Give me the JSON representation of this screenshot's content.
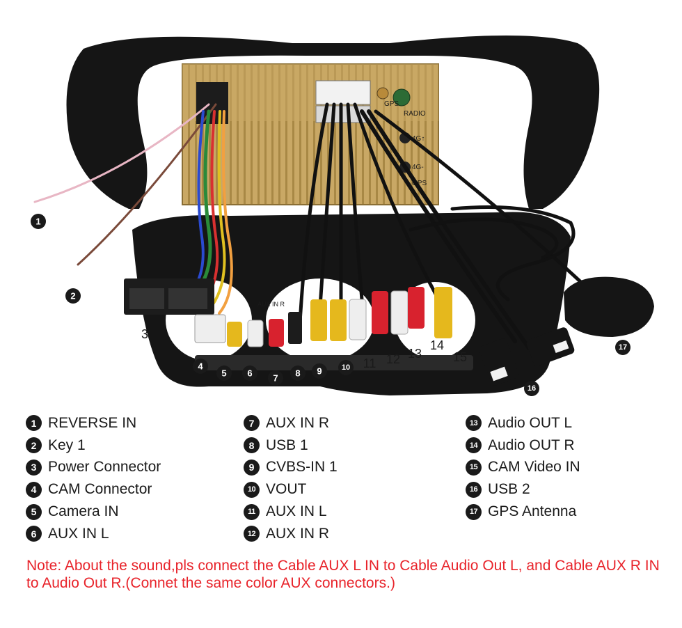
{
  "unit": {
    "port_labels": [
      "GPS",
      "RADIO",
      "4G↑",
      "4G-",
      "GPS"
    ],
    "aux_label": "AUX IN R"
  },
  "legend": {
    "col1": [
      {
        "n": "1",
        "label": "REVERSE IN"
      },
      {
        "n": "2",
        "label": "Key 1"
      },
      {
        "n": "3",
        "label": "Power Connector"
      },
      {
        "n": "4",
        "label": "CAM Connector"
      },
      {
        "n": "5",
        "label": "Camera IN"
      },
      {
        "n": "6",
        "label": "AUX IN L"
      }
    ],
    "col2": [
      {
        "n": "7",
        "label": "AUX IN R"
      },
      {
        "n": "8",
        "label": "USB 1"
      },
      {
        "n": "9",
        "label": "CVBS-IN 1"
      },
      {
        "n": "10",
        "label": "VOUT"
      },
      {
        "n": "11",
        "label": "AUX IN L"
      },
      {
        "n": "12",
        "label": "AUX IN R"
      }
    ],
    "col3": [
      {
        "n": "13",
        "label": "Audio OUT L"
      },
      {
        "n": "14",
        "label": "Audio OUT R"
      },
      {
        "n": "15",
        "label": "CAM Video IN"
      },
      {
        "n": "16",
        "label": "USB 2"
      },
      {
        "n": "17",
        "label": "GPS Antenna"
      }
    ]
  },
  "note": "Note: About the sound,pls connect the Cable AUX L IN to Cable Audio Out L, and Cable AUX R IN to  Audio Out R.(Connet the same color AUX connectors.)",
  "colors": {
    "frame": "#111111",
    "chassis": "#c9a865",
    "rca_red": "#d8222e",
    "rca_yellow": "#e5b81d",
    "rca_white": "#eeeeee",
    "note": "#e8232a"
  }
}
